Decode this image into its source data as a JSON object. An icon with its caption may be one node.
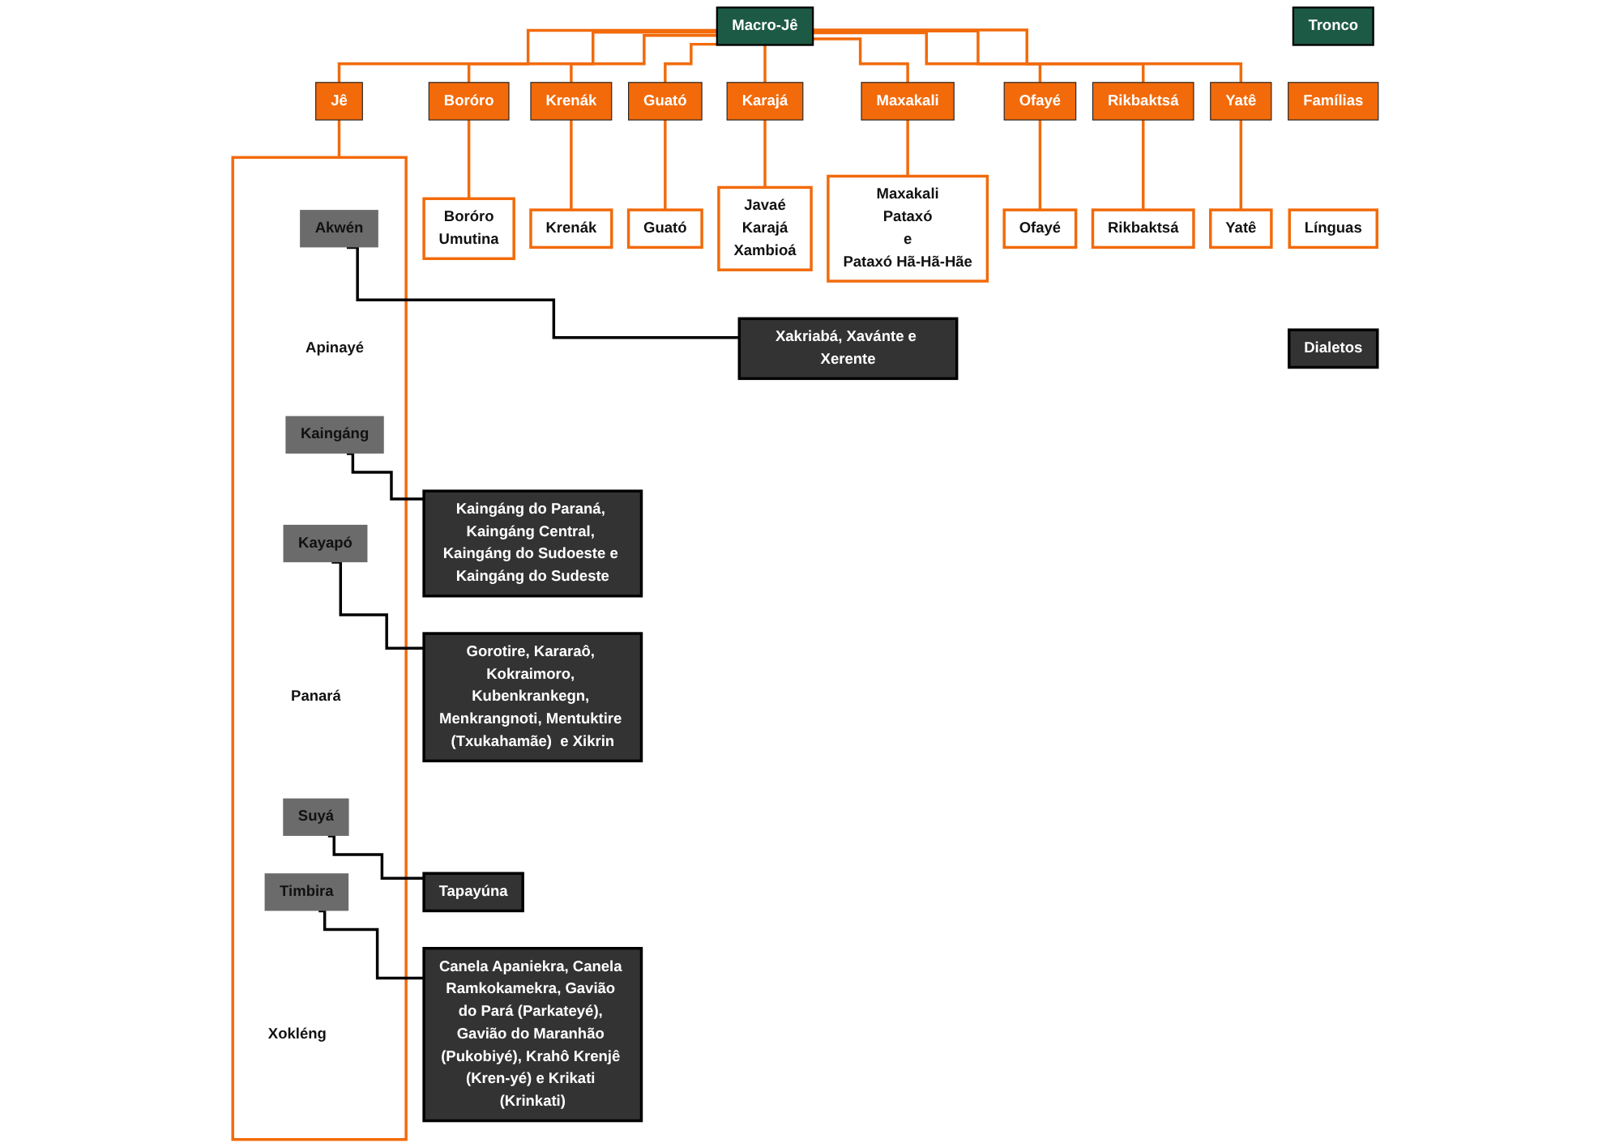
{
  "diagram": {
    "nodes": [
      {
        "text": [
          "Tronco"
        ]
      },
      {
        "text": [
          "Macro-Jê"
        ]
      },
      {
        "text": [
          "Famílias"
        ]
      },
      {
        "text": [
          "Boróro"
        ]
      },
      {
        "text": [
          "Krenák"
        ]
      },
      {
        "text": [
          "Guató"
        ]
      },
      {
        "text": [
          "Jê"
        ]
      },
      {
        "text": [
          "Karajá"
        ]
      },
      {
        "text": [
          "Maxakali"
        ]
      },
      {
        "text": [
          "Ofayé"
        ]
      },
      {
        "text": [
          "Rikbaktsá"
        ]
      },
      {
        "text": [
          "Yatê"
        ]
      },
      {
        "text": [
          "Boróro",
          "Umutina"
        ]
      },
      {
        "text": [
          "Krenák"
        ]
      },
      {
        "text": [
          "Guató"
        ]
      },
      {
        "text": [
          "Javaé",
          "Karajá",
          "Xambioá"
        ]
      },
      {
        "text": [
          "Maxakali",
          "Pataxó",
          "e",
          "Pataxó Hã-Hã-Hãe"
        ]
      },
      {
        "text": [
          "Ofayé"
        ]
      },
      {
        "text": [
          "Rikbaktsá"
        ]
      },
      {
        "text": [
          "Yatê"
        ]
      },
      {
        "text": [
          "Línguas"
        ]
      },
      {
        "text": [
          "Xakriabá, Xavánte e Xerente"
        ]
      },
      {
        "text": [],
        "shape": "box"
      },
      {
        "text": [
          "Akwén"
        ],
        "in": 22
      },
      {
        "text": [
          "Apinayé"
        ],
        "in": 22
      },
      {
        "text": [
          "Kaingáng"
        ],
        "in": 22
      },
      {
        "text": [
          "Kayapó"
        ],
        "in": 22
      },
      {
        "text": [
          "Panará"
        ],
        "in": 22
      },
      {
        "text": [
          "Suyá"
        ],
        "in": 22
      },
      {
        "text": [
          "Timbira"
        ],
        "in": 22
      },
      {
        "text": [
          "Xokléng"
        ],
        "in": 22
      },
      {
        "text": [
          "Tapayúna"
        ]
      },
      {
        "text": [
          "Dialetos"
        ]
      },
      {
        "text": [
          "Kaingáng do Paraná, Kaingáng Central, Kaingáng do Sudoeste e Kaingáng do Sudeste"
        ]
      },
      {
        "text": [
          "Canela Apaniekra, Canela Ramkokamekra, Gavião do Pará (Parkateyé), Gavião do Maranhão (Pukobiyé), Krahô Krenjê (Kren-yé) e Krikati (Krinkati)"
        ]
      },
      {
        "text": [
          "Gorotire, Kararaô, Kokraimoro, Kubenkrankegn, Menkrangnoti, Mentuktire (Txukahamãe)  e Xikrin"
        ]
      }
    ],
    "edges": [
      {
        "from": 1,
        "to": 3,
        "arrow": "none"
      },
      {
        "from": 1,
        "to": 4,
        "arrow": "none"
      },
      {
        "from": 1,
        "to": 5,
        "arrow": "none"
      },
      {
        "from": 1,
        "to": 6,
        "arrow": "none"
      },
      {
        "from": 1,
        "to": 7,
        "arrow": "none"
      },
      {
        "from": 1,
        "to": 8,
        "arrow": "none"
      },
      {
        "from": 1,
        "to": 9,
        "arrow": "none"
      },
      {
        "from": 1,
        "to": 10,
        "arrow": "none"
      },
      {
        "from": 1,
        "to": 11,
        "arrow": "none"
      },
      {
        "from": 3,
        "to": 12,
        "arrow": "none"
      },
      {
        "from": 4,
        "to": 13,
        "arrow": "none"
      },
      {
        "from": 5,
        "to": 14,
        "arrow": "none"
      },
      {
        "from": 7,
        "to": 15,
        "arrow": "none"
      },
      {
        "from": 8,
        "to": 16,
        "arrow": "none"
      },
      {
        "from": 9,
        "to": 17,
        "arrow": "none"
      },
      {
        "from": 10,
        "to": 18,
        "arrow": "none"
      },
      {
        "from": 11,
        "to": 19,
        "arrow": "none"
      },
      {
        "from": 6,
        "to": 22,
        "arrow": "none"
      },
      {
        "from": 23,
        "to": 21,
        "arrow": "none",
        "color": "#000000"
      },
      {
        "from": 25,
        "to": 33,
        "arrow": "none",
        "color": "#000000"
      },
      {
        "from": 26,
        "to": 35,
        "arrow": "none",
        "color": "#000000"
      },
      {
        "from": 28,
        "to": 31,
        "arrow": "none",
        "color": "#000000"
      },
      {
        "from": 29,
        "to": 34,
        "arrow": "none",
        "color": "#000000"
      }
    ]
  }
}
